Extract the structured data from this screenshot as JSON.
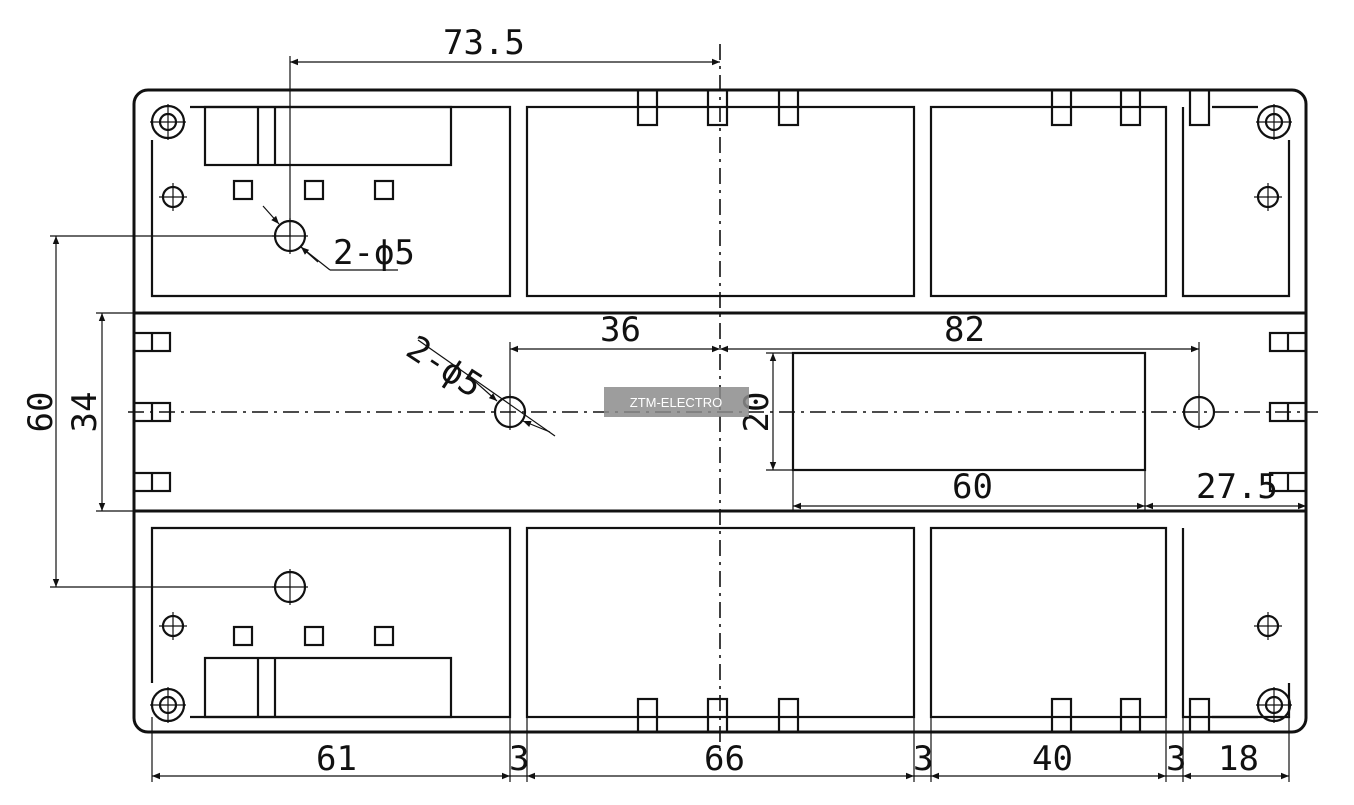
{
  "drawing": {
    "dimensions": {
      "top_width": "73.5",
      "left_outer_height": "60",
      "left_inner_height": "34",
      "hole_note_top": "2-ϕ5",
      "hole_note_middle": "2-ϕ5",
      "middle_left": "36",
      "middle_right": "82",
      "window_height": "20",
      "window_width": "60",
      "right_offset": "27.5",
      "bottom_1": "61",
      "bottom_2": "3",
      "bottom_3": "66",
      "bottom_4": "3",
      "bottom_5": "40",
      "bottom_6": "3",
      "bottom_7": "18"
    },
    "watermark": "ZTM-ELECTRO"
  }
}
